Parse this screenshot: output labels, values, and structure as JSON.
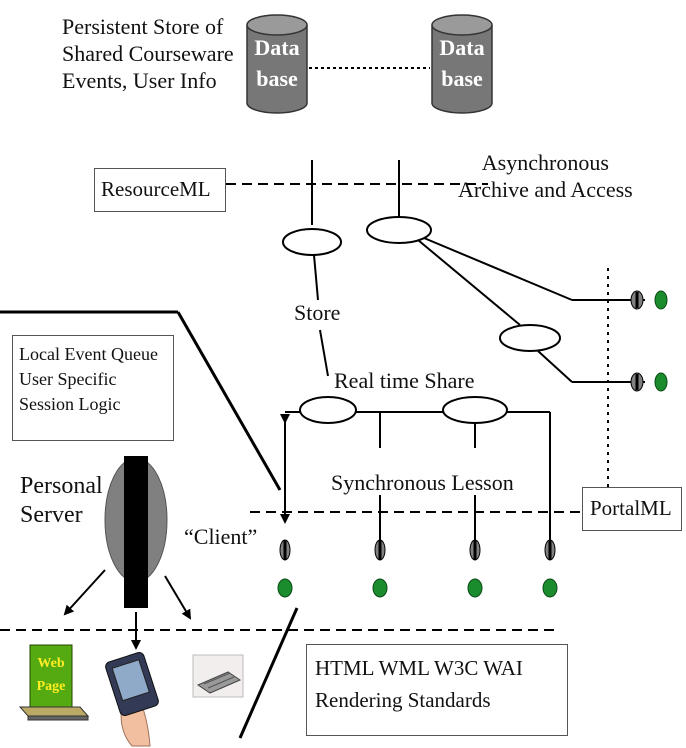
{
  "labels": {
    "persistent_store": "Persistent Store of\nShared Courseware\nEvents, User Info",
    "database_1": [
      "Data",
      "base"
    ],
    "database_2": [
      "Data",
      "base"
    ],
    "resourceml": "ResourceML",
    "asynchronous": "Asynchronous\nArchive and Access",
    "store": "Store",
    "local_event_queue": "Local Event Queue\nUser Specific\nSession Logic",
    "real_time_share": "Real time Share",
    "personal_server": "Personal\nServer",
    "synchronous_lesson": "Synchronous Lesson",
    "portalml": "PortalML",
    "client": "“Client”",
    "web_page": [
      "Web",
      "Page"
    ],
    "rendering_standards": "HTML WML W3C WAI\nRendering Standards"
  },
  "colors": {
    "database": "#777777",
    "database_rim": "#9a9a9a",
    "node": "#1a8c2e",
    "connector": "#808080",
    "web_page_bg": "#55aa11",
    "web_page_text": "#ffee22"
  }
}
